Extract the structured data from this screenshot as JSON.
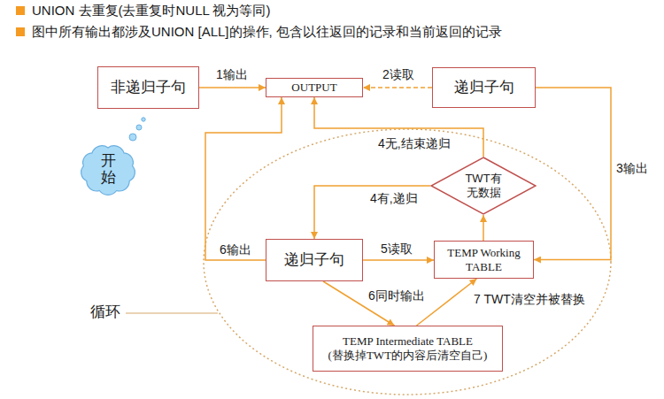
{
  "diagram": {
    "nodes": [
      {
        "text": [
          "非递归子句"
        ]
      },
      {
        "text": [
          "OUTPUT"
        ]
      },
      {
        "text": [
          "递归子句"
        ]
      },
      {
        "text": [
          "开始"
        ]
      },
      {
        "text": [
          "TWT有 无数据"
        ]
      },
      {
        "text": [
          "递归子句"
        ]
      },
      {
        "text": [
          "TEMP Working TABLE"
        ]
      },
      {
        "text": [
          "TEMP Intermediate TABLE",
          "(替换掉TWT的内容后清空自己)"
        ]
      }
    ],
    "edges": [
      {
        "from": 0,
        "to": 1,
        "label": "1输出",
        "arrow": "to"
      },
      {
        "from": 2,
        "to": 1,
        "label": "2读取",
        "arrow": "to"
      },
      {
        "from": 2,
        "to": 6,
        "label": "3输出",
        "arrow": "to"
      },
      {
        "from": 4,
        "to": 1,
        "label": "4无,结束递归",
        "arrow": "to"
      },
      {
        "from": 4,
        "to": 5,
        "label": "4有,递归",
        "arrow": "to"
      },
      {
        "from": 5,
        "to": 6,
        "label": "5读取",
        "arrow": "to"
      },
      {
        "from": 6,
        "to": 4,
        "arrow": "to"
      },
      {
        "from": 5,
        "to": 1,
        "label": "6输出",
        "arrow": "to"
      },
      {
        "from": 5,
        "to": 7,
        "label": "6同时输出",
        "arrow": "to"
      },
      {
        "from": 7,
        "to": 6,
        "label": "7 TWT清空并被替换",
        "arrow": "to"
      }
    ],
    "labels": [
      "UNION 去重复(去重复时NULL 视为等同)",
      "图中所有输出都涉及UNION [ALL]的操作, 包含以往返回的记录和当前返回的记录",
      "循环"
    ]
  }
}
